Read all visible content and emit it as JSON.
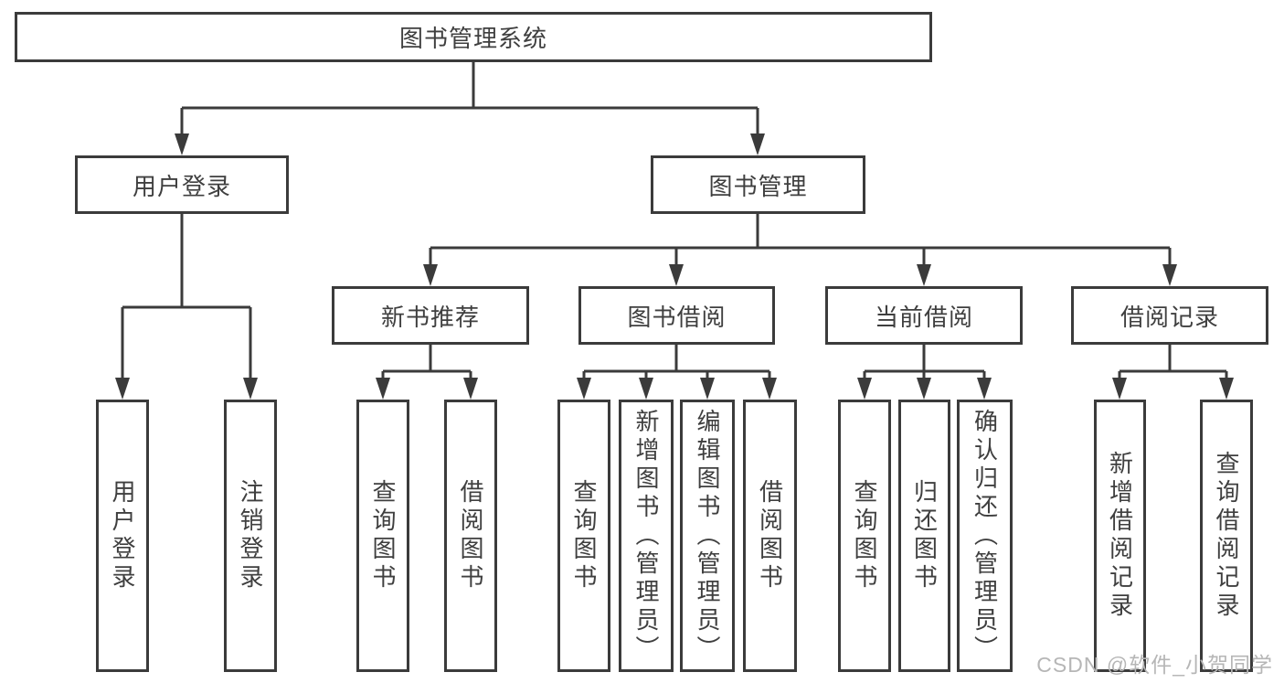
{
  "colors": {
    "line": "#3b3b3b",
    "text": "#3f3f3f",
    "background": "#ffffff",
    "watermark": "#b6b6b6"
  },
  "diagram": {
    "title": "图书管理系统",
    "root": {
      "label": "图书管理系统"
    },
    "branches": [
      {
        "label": "用户登录",
        "children": [
          {
            "label": "用户登录"
          },
          {
            "label": "注销登录"
          }
        ]
      },
      {
        "label": "图书管理",
        "children": [
          {
            "label": "新书推荐",
            "children": [
              {
                "label": "查询图书"
              },
              {
                "label": "借阅图书"
              }
            ]
          },
          {
            "label": "图书借阅",
            "children": [
              {
                "label": "查询图书"
              },
              {
                "label": "新增图书（管理员）"
              },
              {
                "label": "编辑图书（管理员）"
              },
              {
                "label": "借阅图书"
              }
            ]
          },
          {
            "label": "当前借阅",
            "children": [
              {
                "label": "查询图书"
              },
              {
                "label": "归还图书"
              },
              {
                "label": "确认归还（管理员）"
              }
            ]
          },
          {
            "label": "借阅记录",
            "children": [
              {
                "label": "新增借阅记录"
              },
              {
                "label": "查询借阅记录"
              }
            ]
          }
        ]
      }
    ]
  },
  "watermark": {
    "text": "CSDN @软件_小贺同学"
  }
}
